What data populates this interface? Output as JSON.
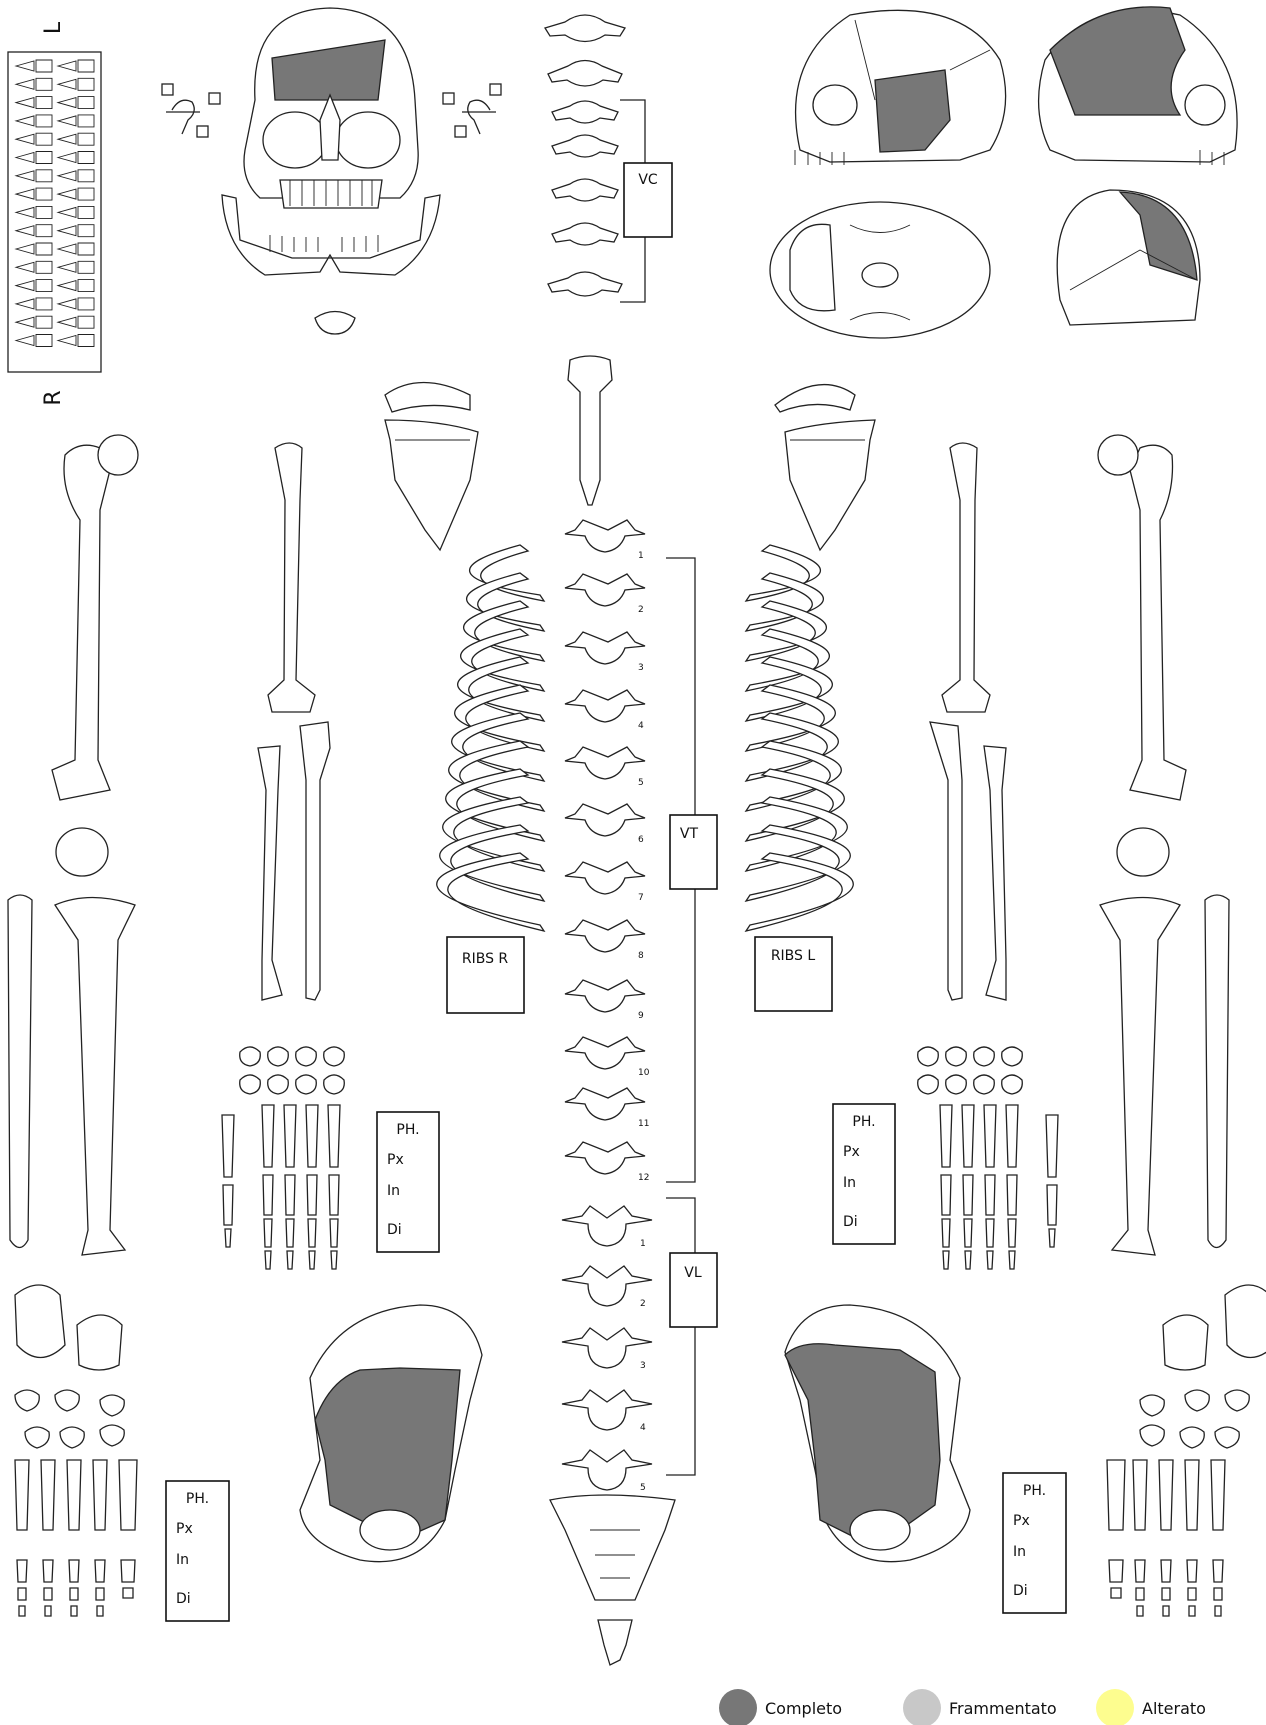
{
  "orientation": {
    "left": "L",
    "right": "R"
  },
  "spine_labels": {
    "cervical": "VC",
    "thoracic": "VT",
    "lumbar": "VL"
  },
  "thoracic_numbers": [
    "1",
    "2",
    "3",
    "4",
    "5",
    "6",
    "7",
    "8",
    "9",
    "10",
    "11",
    "12"
  ],
  "lumbar_numbers": [
    "1",
    "2",
    "3",
    "4",
    "5"
  ],
  "ribs": {
    "right": "RIBS R",
    "left": "RIBS L"
  },
  "phalanges": {
    "title": "PH.",
    "proximal": "Px",
    "intermediate": "In",
    "distal": "Di"
  },
  "legend": [
    {
      "label": "Completo",
      "color": "#777777"
    },
    {
      "label": "Frammentato",
      "color": "#c8c8c8"
    },
    {
      "label": "Alterato",
      "color": "#fdfd8f"
    }
  ],
  "shading": {
    "complete_color": "#777777"
  }
}
